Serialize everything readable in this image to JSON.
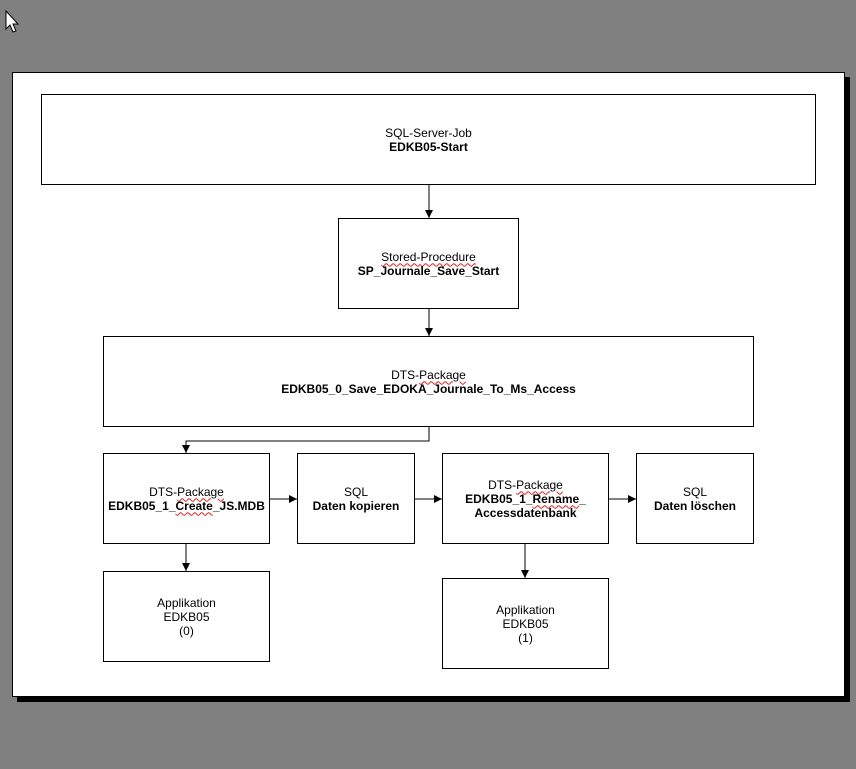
{
  "nodes": {
    "job": {
      "type": "SQL-Server-Job",
      "name": "EDKB05-Start"
    },
    "sp": {
      "type_a": "Stored-",
      "type_b": "Procedure",
      "name": "SP_Journale_Save_Start"
    },
    "dts0": {
      "type_a": "DTS-",
      "type_b": "Package",
      "name": "EDKB05_0_Save_EDOKA_Journale_To_Ms_Access"
    },
    "dts1": {
      "type_a": "DTS-",
      "type_b": "Package",
      "name_a": "EDKB05_1_",
      "name_b": "Create",
      "name_c": "_JS.MDB"
    },
    "sql_copy": {
      "type": "SQL",
      "name": "Daten kopieren"
    },
    "dts_rename": {
      "type_a": "DTS-",
      "type_b": "Package",
      "name_a": "EDKB05_1_",
      "name_b": "Rename",
      "name_c": "_",
      "name_line2": "Accessdatenbank"
    },
    "sql_delete": {
      "type": "SQL",
      "name": "Daten löschen"
    },
    "app0": {
      "type": "Applikation",
      "name": "EDKB05",
      "num": "(0)"
    },
    "app1": {
      "type": "Applikation",
      "name": "EDKB05",
      "num": "(1)"
    }
  },
  "colors": {
    "background": "#808080",
    "page": "#ffffff",
    "line": "#000000",
    "spellcheck": "#e02020"
  }
}
